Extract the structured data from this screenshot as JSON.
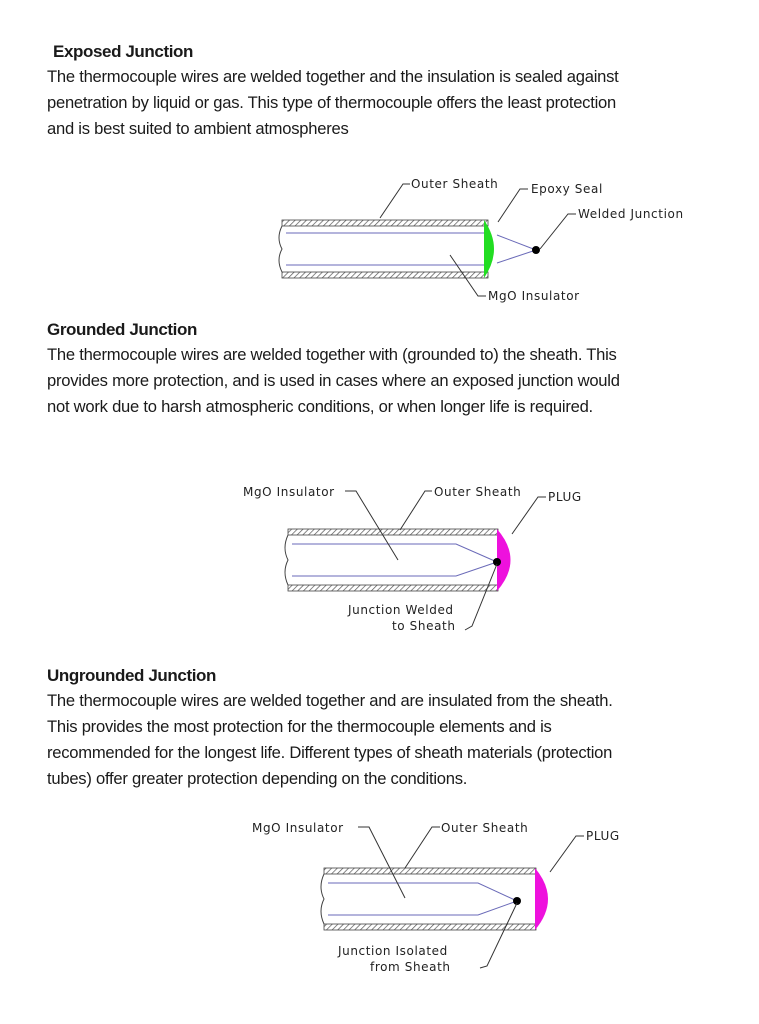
{
  "sections": [
    {
      "heading": "Exposed Junction",
      "lines": [
        "The thermocouple wires are welded together and the insulation is sealed against",
        "penetration by liquid or gas. This type of thermocouple offers the least protection",
        "and is best suited to ambient atmospheres"
      ],
      "diagram": {
        "labels": [
          "Outer Sheath",
          "Epoxy Seal",
          "Welded Junction",
          "MgO Insulator"
        ],
        "tip_color": "#22dd22"
      }
    },
    {
      "heading": "Grounded Junction",
      "lines": [
        "The thermocouple wires are welded together with (grounded to) the sheath. This",
        "provides more protection, and is used in cases where an exposed junction would",
        "not work due to harsh atmospheric conditions, or when longer life is required."
      ],
      "diagram": {
        "labels": [
          "MgO Insulator",
          "Outer Sheath",
          "PLUG",
          "Junction Welded",
          "to Sheath"
        ],
        "tip_color": "#ee11dd"
      }
    },
    {
      "heading": "Ungrounded Junction",
      "lines": [
        "The thermocouple wires are welded together and are insulated from the sheath.",
        "This provides the most protection for the thermocouple elements and is",
        "recommended for the longest life. Different types of sheath materials (protection",
        "tubes) offer greater protection depending on the conditions."
      ],
      "diagram": {
        "labels": [
          "MgO Insulator",
          "Outer Sheath",
          "PLUG",
          "Junction Isolated",
          "from Sheath"
        ],
        "tip_color": "#ee11dd"
      }
    }
  ]
}
